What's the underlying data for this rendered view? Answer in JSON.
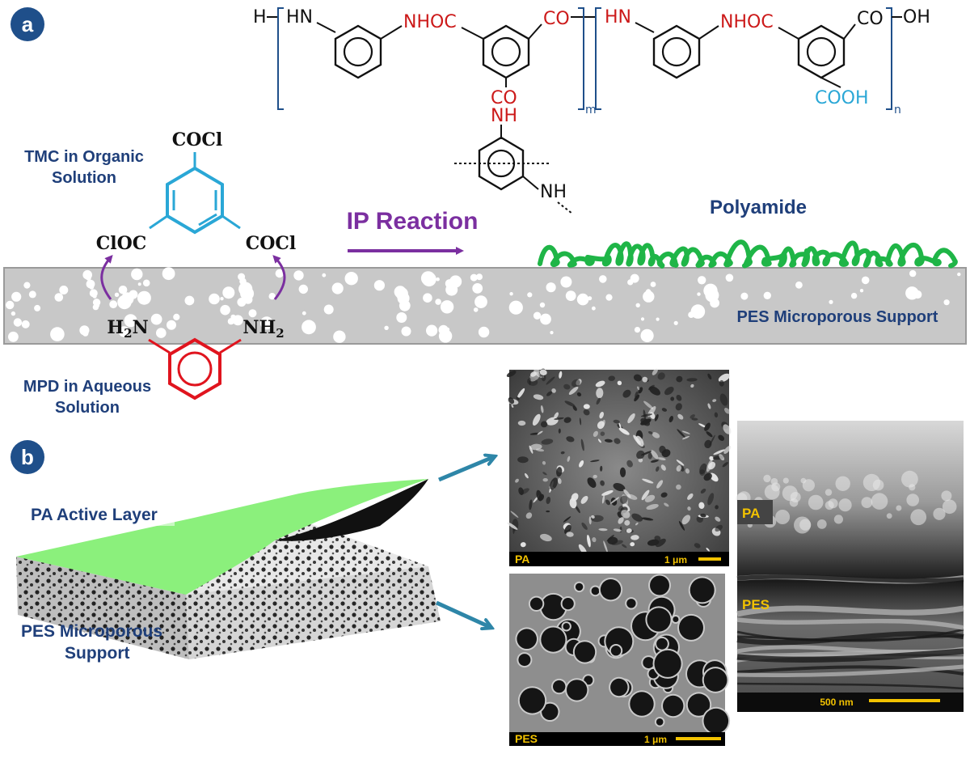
{
  "panels": {
    "a_label": "a",
    "b_label": "b"
  },
  "scheme": {
    "tmc_label_line1": "TMC in Organic",
    "tmc_label_line2": "Solution",
    "mpd_label_line1": "MPD in Aqueous",
    "mpd_label_line2": "Solution",
    "tmc_top": "COCl",
    "tmc_left": "ClOC",
    "tmc_right": "COCl",
    "mpd_left": "H",
    "mpd_left_sub": "2",
    "mpd_left_tail": "N",
    "mpd_right": "NH",
    "mpd_right_sub": "2",
    "reaction_label": "IP Reaction",
    "polyamide_label": "Polyamide",
    "support_label": "PES Microporous Support"
  },
  "polymer": {
    "h_end": "H",
    "hn1": "HN",
    "nhoc1": "NHOC",
    "co1": "CO",
    "m_sub": "m",
    "hn2": "HN",
    "nhoc2": "NHOC",
    "co2": "CO",
    "oh_end": "OH",
    "co_branch": "CO",
    "nh_branch": "NH",
    "nh_bottom": "NH",
    "cooh": "COOH",
    "n_sub": "n"
  },
  "membrane": {
    "pa_layer_label": "PA Active Layer",
    "pes_label_line1": "PES Microporous",
    "pes_label_line2": "Support"
  },
  "sem": {
    "top_label": "PA",
    "top_scale": "1 μm",
    "bottom_label": "PES",
    "bottom_scale": "1 μm",
    "cross_pa": "PA",
    "cross_pes": "PES",
    "cross_scale": "500 nm"
  },
  "colors": {
    "navy": "#1f3f7a",
    "red": "#e0141e",
    "cyan": "#2aa7d6",
    "purple": "#7b2fa0",
    "green": "#1fb547",
    "teal_arrow": "#2e86a8",
    "scale_yellow": "#f2c200"
  }
}
